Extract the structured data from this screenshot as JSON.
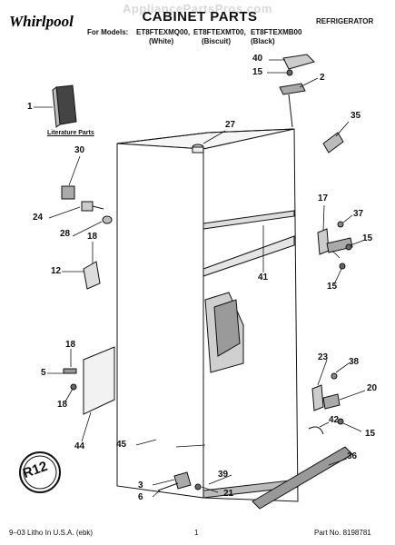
{
  "header": {
    "watermark": "AppliancePartsPros.com",
    "brand": "Whirlpool",
    "title": "CABINET PARTS",
    "category": "REFRIGERATOR",
    "models_label": "For Models:",
    "models": [
      {
        "model": "ET8FTEXMQ00,",
        "color": "(White)"
      },
      {
        "model": "ET8FTEXMT00,",
        "color": "(Biscuit)"
      },
      {
        "model": "ET8FTEXMB00",
        "color": "(Black)"
      }
    ]
  },
  "literature_label": "Literature Parts",
  "logo_text": "R12",
  "callouts": [
    "1",
    "2",
    "3",
    "5",
    "6",
    "12",
    "15",
    "15",
    "15",
    "15",
    "17",
    "18",
    "18",
    "18",
    "20",
    "21",
    "23",
    "24",
    "27",
    "28",
    "30",
    "35",
    "36",
    "37",
    "38",
    "39",
    "40",
    "41",
    "42",
    "44",
    "45"
  ],
  "footer": {
    "left": "9–03 Litho In U.S.A. (ebk)",
    "page": "1",
    "part_no": "Part No. 8198781"
  }
}
